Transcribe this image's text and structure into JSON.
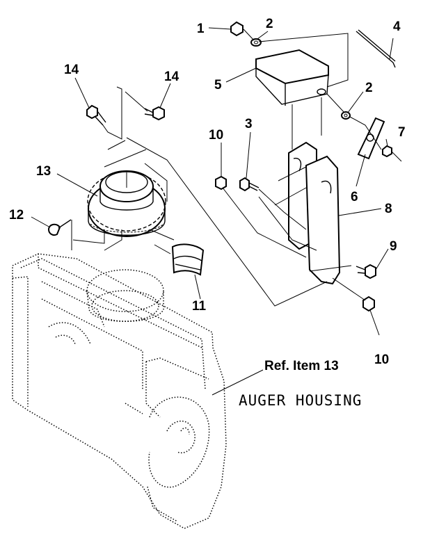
{
  "callouts": {
    "n1": "1",
    "n2a": "2",
    "n2b": "2",
    "n3": "3",
    "n4": "4",
    "n5": "5",
    "n6": "6",
    "n7": "7",
    "n8": "8",
    "n9": "9",
    "n10a": "10",
    "n10b": "10",
    "n11": "11",
    "n12": "12",
    "n13": "13",
    "n14a": "14",
    "n14b": "14"
  },
  "reference_label": "Ref. Item 13",
  "housing_label": "AUGER HOUSING"
}
